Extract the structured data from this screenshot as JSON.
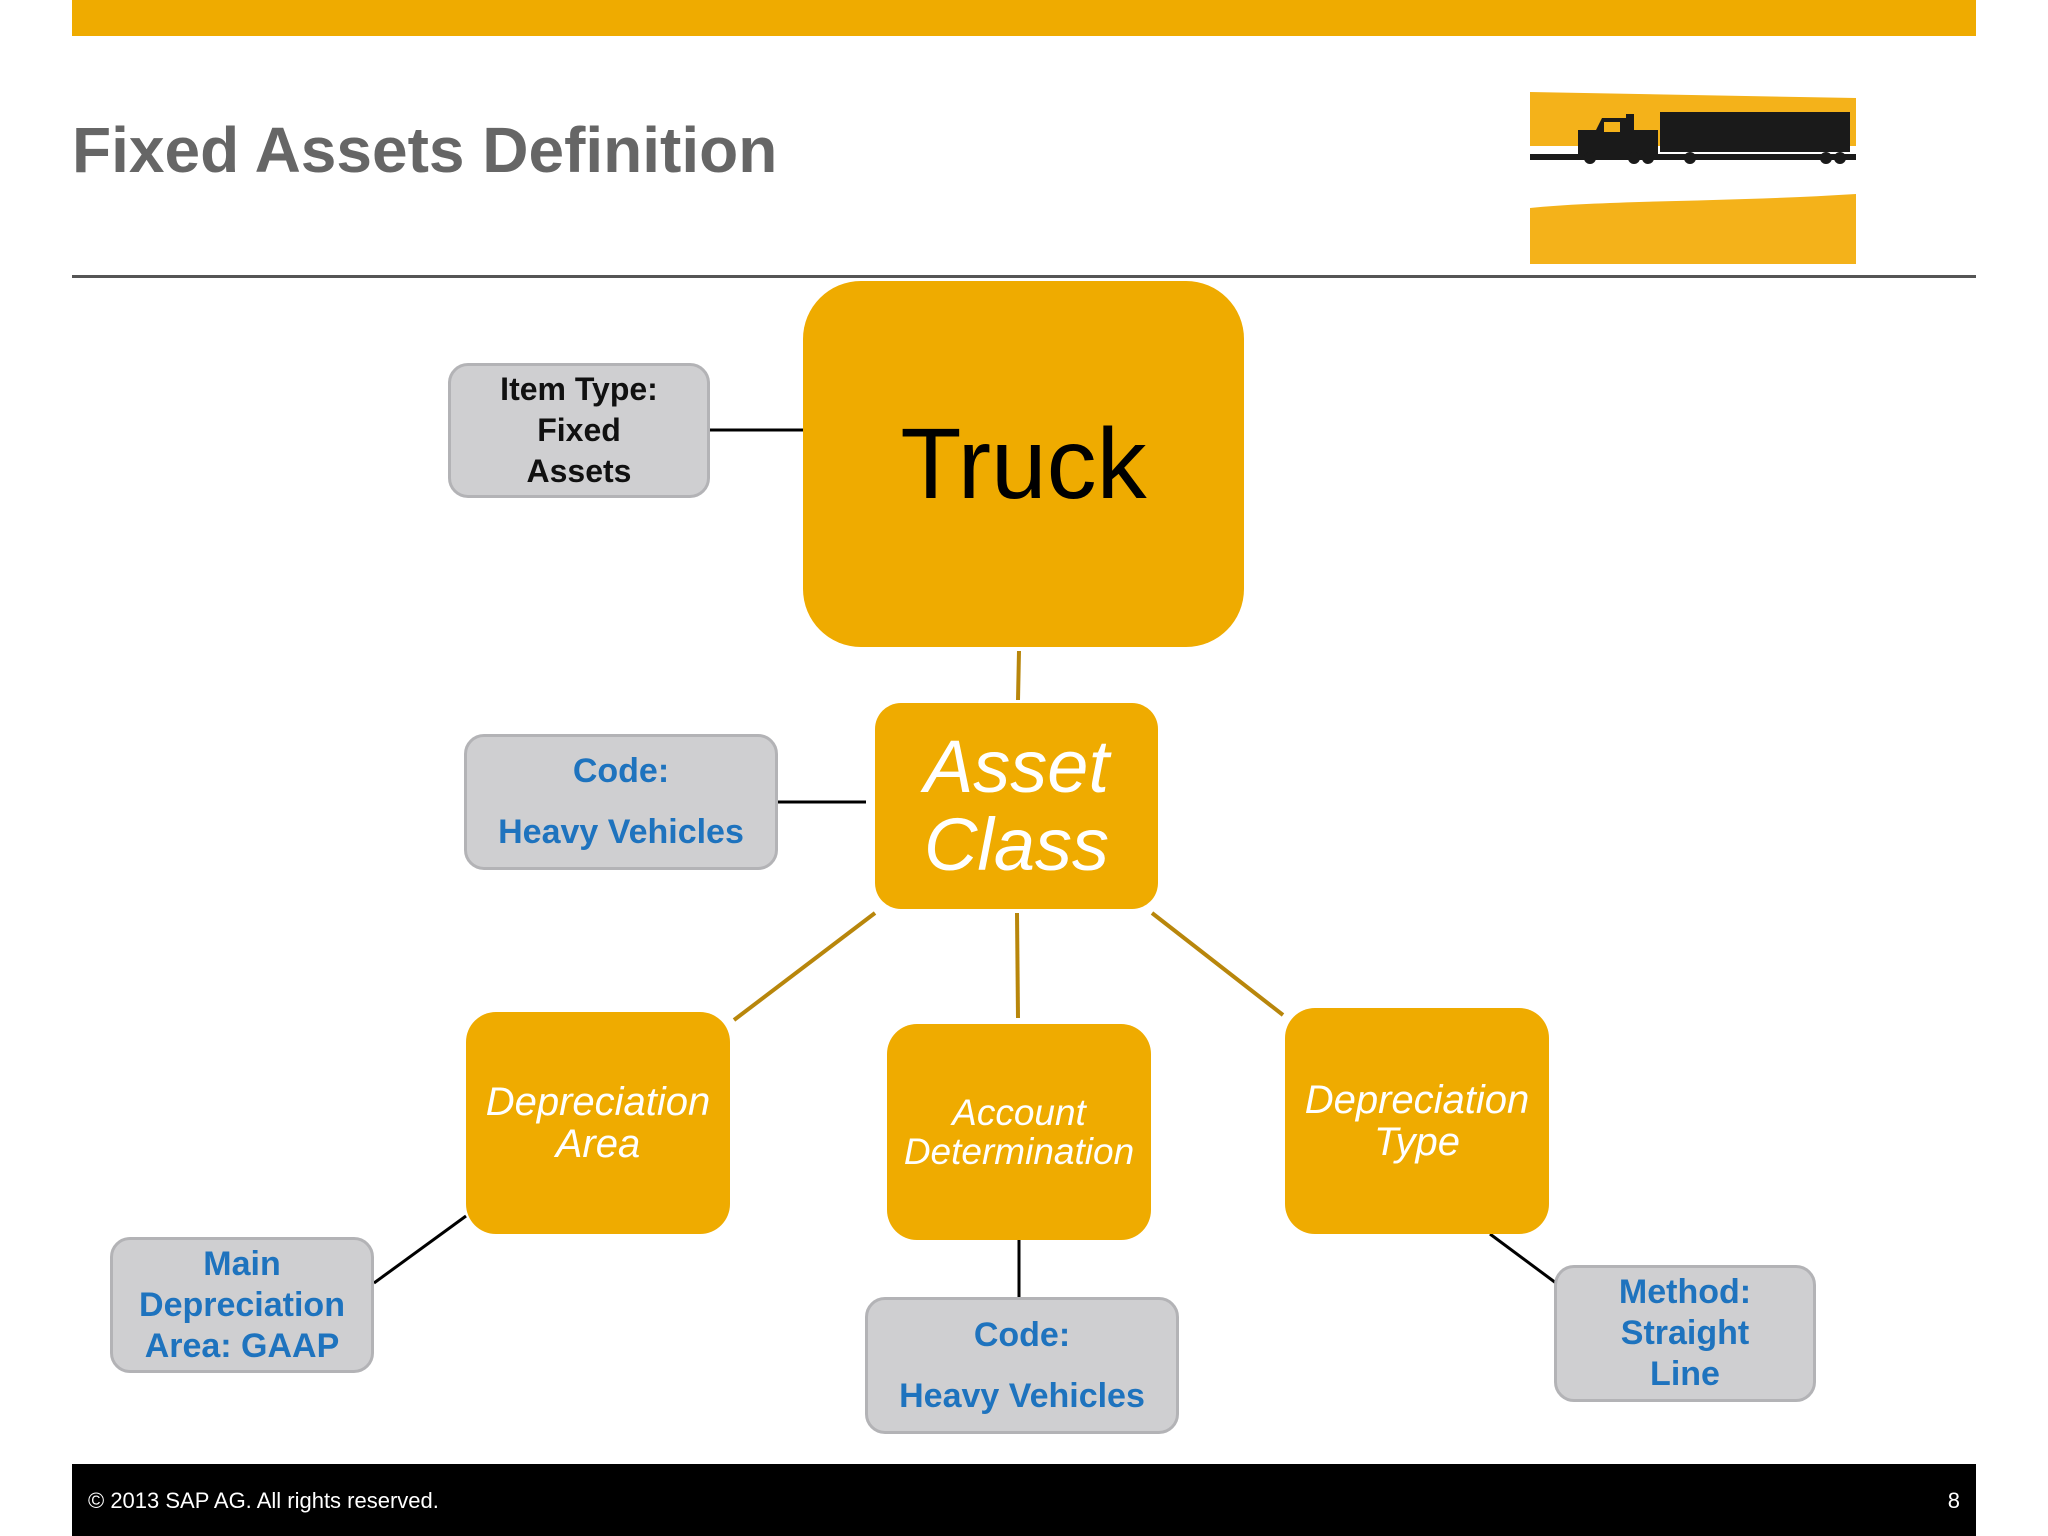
{
  "slide": {
    "title": "Fixed Assets Definition"
  },
  "diagram": {
    "root": {
      "label": "Truck"
    },
    "asset_class": {
      "line1": "Asset",
      "line2": "Class"
    },
    "depreciation_area": {
      "line1": "Depreciation",
      "line2": "Area"
    },
    "account_determination": {
      "line1": "Account",
      "line2": "Determination"
    },
    "depreciation_type": {
      "line1": "Depreciation",
      "line2": "Type"
    },
    "item_type_note": {
      "line1": "Item Type:",
      "line2": "Fixed",
      "line3": "Assets"
    },
    "asset_class_code_note": {
      "line1": "Code:",
      "line2": "Heavy Vehicles"
    },
    "dep_area_note": {
      "line1": "Main",
      "line2": "Depreciation",
      "line3": "Area: GAAP"
    },
    "account_code_note": {
      "line1": "Code:",
      "line2": "Heavy Vehicles"
    },
    "dep_type_note": {
      "line1": "Method:",
      "line2": "Straight",
      "line3": "Line"
    }
  },
  "logo": {
    "icon": "truck-silhouette-icon"
  },
  "footer": {
    "copyright": "©  2013 SAP AG. All rights reserved.",
    "page_number": "8"
  },
  "colors": {
    "accent": "#EFAB00",
    "note_fill": "#CFCFD1",
    "note_text_blue": "#1E73BE",
    "title_gray": "#666666",
    "connector_gold": "#B8860B"
  }
}
